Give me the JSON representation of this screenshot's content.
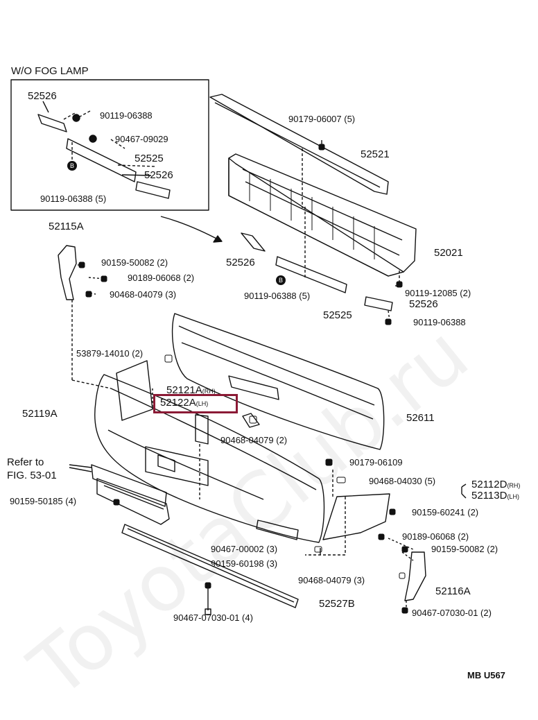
{
  "watermark": "ToyotaClub.ru",
  "inset": {
    "title": "W/O FOG  LAMP",
    "parts": {
      "p52526a": "52526",
      "p90119a": "90119-06388",
      "p90467": "90467-09029",
      "p52525": "52525",
      "p52526b": "52526",
      "p90119b": "90119-06388 (5)"
    },
    "marker": "B"
  },
  "labels": {
    "l52115a": "52115A",
    "l90159_50082a": "90159-50082 (2)",
    "l90189_06068a": "90189-06068 (2)",
    "l90468_04079a": "90468-04079 (3)",
    "l90179_06007": "90179-06007 (5)",
    "l52521": "52521",
    "l52021": "52021",
    "l52526c": "52526",
    "l90119_12085": "90119-12085 (2)",
    "l90119_06388c": "90119-06388 (5)",
    "l52526d": "52526",
    "l90119_06388d": "90119-06388",
    "l52525b": "52525",
    "l53879": "53879-14010 (2)",
    "l52121a": "52121A",
    "l52121a_side": "(RH)",
    "l52122a": "52122A",
    "l52122a_side": "(LH)",
    "l52119a": "52119A",
    "l52611": "52611",
    "l90468_04079b": "90468-04079 (2)",
    "refer_to": "Refer to",
    "fig_ref": "FIG. 53-01",
    "l90179_06109": "90179-06109",
    "l90468_04030": "90468-04030 (5)",
    "l52112d": "52112D",
    "l52112d_side": "(RH)",
    "l52113d": "52113D",
    "l52113d_side": "(LH)",
    "l90159_50185": "90159-50185 (4)",
    "l90159_60241": "90159-60241 (2)",
    "l90189_06068b": "90189-06068 (2)",
    "l90159_50082b": "90159-50082 (2)",
    "l90467_00002": "90467-00002 (3)",
    "l90159_60198": "90159-60198 (3)",
    "l90468_04079c": "90468-04079 (3)",
    "l52116a": "52116A",
    "l52527b": "52527B",
    "l90467_07030a": "90467-07030-01 (4)",
    "l90467_07030b": "90467-07030-01 (2)",
    "marker_b": "B",
    "code": "MB U567"
  }
}
